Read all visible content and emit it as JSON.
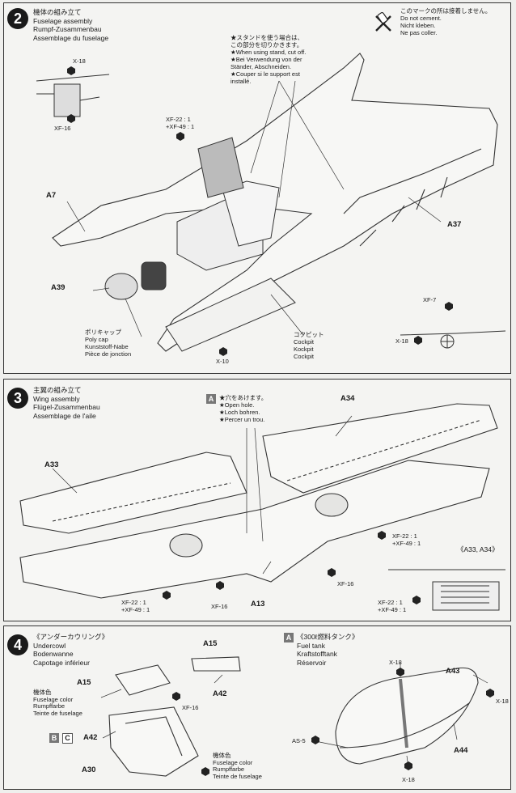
{
  "steps": {
    "s2": {
      "number": "2",
      "title_jp": "機体の組み立て",
      "title_en": "Fuselage assembly",
      "title_de": "Rumpf-Zusammenbau",
      "title_fr": "Assemblage du fuselage",
      "no_cement": [
        "このマークの所は接着しません。",
        "Do not cement.",
        "Nicht kleben.",
        "Ne pas coller."
      ],
      "stand_note": [
        "★スタンドを使う場合は、",
        "この部分を切りかきます。",
        "★When using stand, cut off.",
        "★Bei Verwendung von der",
        "Ständer, Abschneiden.",
        "★Couper si le support est",
        "installé."
      ],
      "parts": {
        "a7": "A7",
        "a39": "A39",
        "a37": "A37"
      },
      "paints": {
        "xf22": "XF-22 : 1",
        "xf49": "+XF-49 : 1",
        "xf7": "XF-7",
        "x18": "X-18",
        "xf16": "XF-16",
        "x10": "X-10"
      },
      "polycap": [
        "ポリキャップ",
        "Poly cap",
        "Kunststoff-Nabe",
        "Pièce de jonction"
      ],
      "cockpit": [
        "コクピット",
        "Cockpit",
        "Kockpit",
        "Cockpit"
      ]
    },
    "s3": {
      "number": "3",
      "title_jp": "主翼の組み立て",
      "title_en": "Wing assembly",
      "title_de": "Flügel-Zusammenbau",
      "title_fr": "Assemblage de l'aile",
      "hole_tag": "A",
      "hole_note": [
        "★穴をあけます。",
        "★Open hole.",
        "★Loch bohren.",
        "★Percer un trou."
      ],
      "parts": {
        "a33": "A33",
        "a34": "A34",
        "a13": "A13"
      },
      "inset_label": "《A33, A34》",
      "paints": {
        "xf22": "XF-22 : 1",
        "xf49": "+XF-49 : 1",
        "xf16": "XF-16"
      }
    },
    "s4": {
      "number": "4",
      "title_jp": "《アンダーカウリング》",
      "title_en": "Undercowl",
      "title_de": "Bodenwanne",
      "title_fr": "Capotage inférieur",
      "parts": {
        "a15": "A15",
        "a42": "A42",
        "a30": "A30",
        "a43": "A43",
        "a44": "A44"
      },
      "body_color": [
        "機体色",
        "Fuselage color",
        "Rumpffarbe",
        "Teinte de fuselage"
      ],
      "body_color2": [
        "機体色",
        "Fuselage color",
        "Rumpffarbe",
        "Teinte de fuselage"
      ],
      "version_tags": [
        "B",
        "C"
      ],
      "tank_tag": "A",
      "tank_title": [
        "《300ℓ燃料タンク》",
        "Fuel tank",
        "Kraftstofftank",
        "Réservoir"
      ],
      "paints": {
        "xf16": "XF-16",
        "x18": "X-18",
        "as5": "AS-5"
      }
    }
  }
}
